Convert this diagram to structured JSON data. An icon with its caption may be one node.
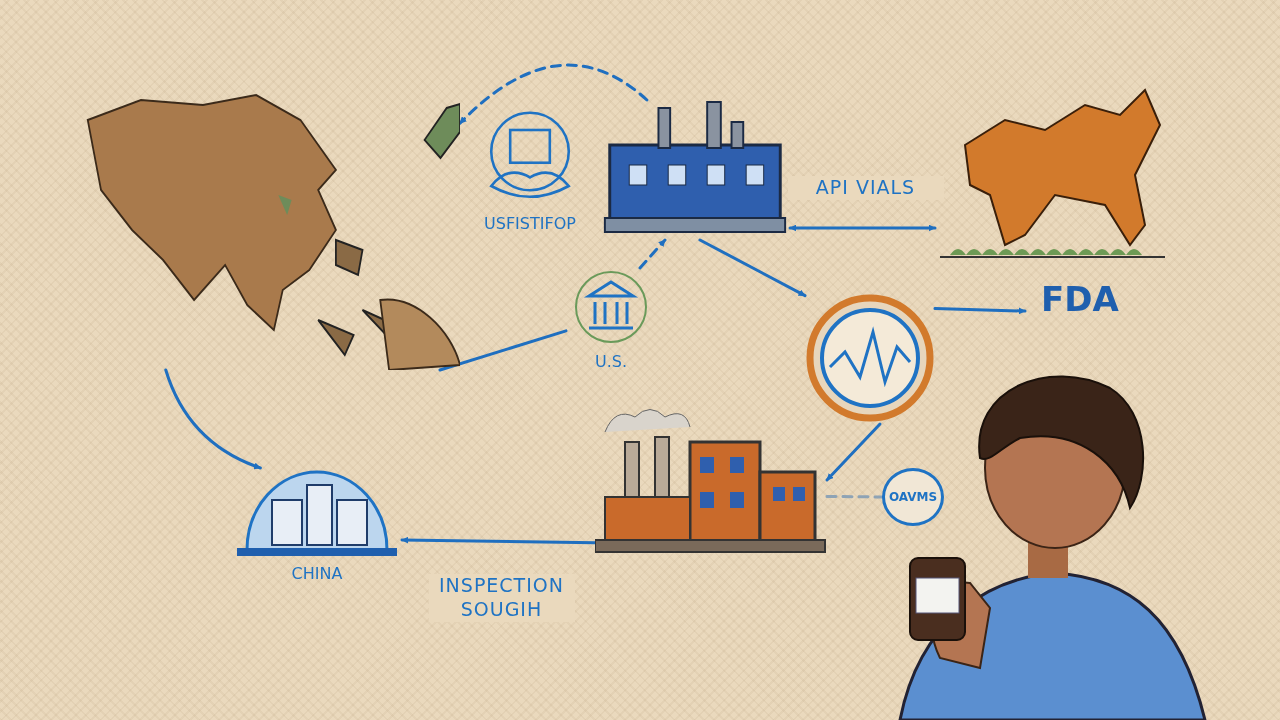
{
  "diagram": {
    "nodes": [
      {
        "text": [],
        "shape": "picture"
      },
      {
        "text": [
          "USFISTIFOP"
        ]
      },
      {
        "text": [],
        "shape": "picture"
      },
      {
        "text": [],
        "shape": "picture"
      },
      {
        "text": [
          "FDA"
        ]
      },
      {
        "text": [],
        "shape": "picture"
      },
      {
        "text": [
          "U.S."
        ]
      },
      {
        "text": [],
        "shape": "picture"
      },
      {
        "text": [
          "CHINA"
        ]
      },
      {
        "text": [
          "OAVMS"
        ]
      },
      {
        "text": [],
        "shape": "person"
      }
    ],
    "edges": [
      {
        "from": 2,
        "to": 0,
        "arrow": "to",
        "style": "dashed"
      },
      {
        "from": 2,
        "to": 3,
        "arrow": "both",
        "label": "API VIALS"
      },
      {
        "from": 2,
        "to": 5,
        "arrow": "to"
      },
      {
        "from": 5,
        "to": 4,
        "arrow": "to"
      },
      {
        "from": 5,
        "to": 7,
        "arrow": "to"
      },
      {
        "from": 7,
        "to": 8,
        "arrow": "to",
        "label": "INSPECTION SOUGIH"
      },
      {
        "from": 0,
        "to": 8,
        "arrow": "to"
      },
      {
        "from": 0,
        "to": 6,
        "arrow": "none"
      },
      {
        "from": 6,
        "to": 2,
        "arrow": "to",
        "style": "dashed"
      },
      {
        "from": 7,
        "to": 9,
        "arrow": "none",
        "style": "dashed",
        "color": "#8ea3b5"
      }
    ]
  }
}
